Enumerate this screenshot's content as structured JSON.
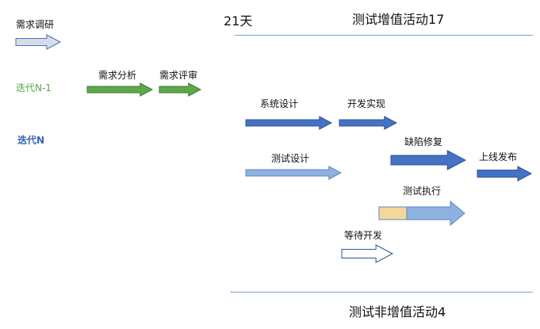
{
  "legend": {
    "requirement_research": "需求调研",
    "iteration_prev": "迭代N-1",
    "iteration_current": "迭代N"
  },
  "header": {
    "days": "21天",
    "value_activities": "测试增值活动17"
  },
  "footer": {
    "non_value_activities": "测试非增值活动4"
  },
  "tasks": {
    "requirement_analysis": "需求分析",
    "requirement_review": "需求评审",
    "system_design": "系统设计",
    "development": "开发实现",
    "test_design": "测试设计",
    "bug_fix": "缺陷修复",
    "release": "上线发布",
    "test_execution": "测试执行",
    "waiting_development": "等待开发"
  },
  "colors": {
    "research_fill": "#d9dde3",
    "research_stroke": "#4472c4",
    "green_fill": "#5fa84a",
    "green_stroke": "#3f7a30",
    "blue_dark_fill": "#4472c4",
    "blue_dark_stroke": "#2f5597",
    "blue_light_fill": "#8fb1e0",
    "blue_light_stroke": "#5b86c9",
    "wait_fill": "#f3d89a",
    "white_fill": "#ffffff",
    "rule": "#7f9fd6"
  }
}
